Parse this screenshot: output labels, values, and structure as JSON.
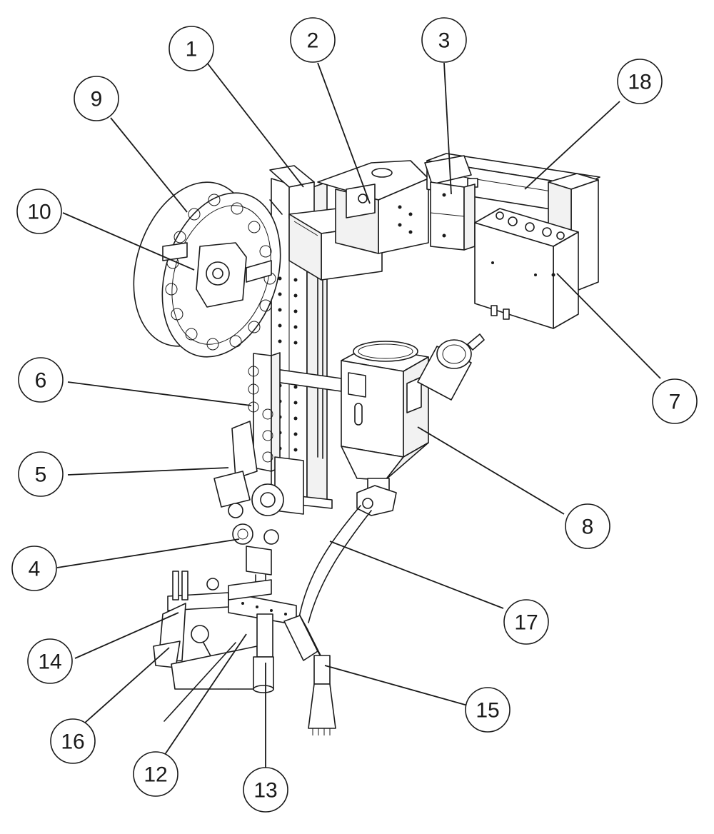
{
  "callouts": [
    {
      "id": "1",
      "label": "1"
    },
    {
      "id": "2",
      "label": "2"
    },
    {
      "id": "3",
      "label": "3"
    },
    {
      "id": "4",
      "label": "4"
    },
    {
      "id": "5",
      "label": "5"
    },
    {
      "id": "6",
      "label": "6"
    },
    {
      "id": "7",
      "label": "7"
    },
    {
      "id": "8",
      "label": "8"
    },
    {
      "id": "9",
      "label": "9"
    },
    {
      "id": "10",
      "label": "10"
    },
    {
      "id": "12",
      "label": "12"
    },
    {
      "id": "13",
      "label": "13"
    },
    {
      "id": "14",
      "label": "14"
    },
    {
      "id": "15",
      "label": "15"
    },
    {
      "id": "16",
      "label": "16"
    },
    {
      "id": "17",
      "label": "17"
    },
    {
      "id": "18",
      "label": "18"
    }
  ],
  "colors": {
    "ink": "#1a1a1a",
    "background": "#ffffff"
  }
}
